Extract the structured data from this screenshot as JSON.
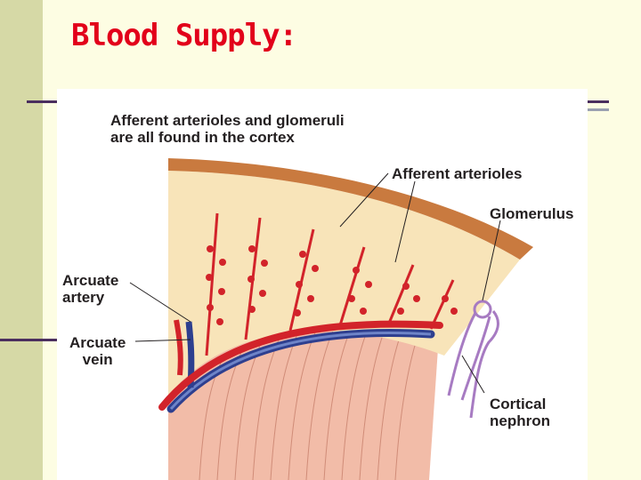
{
  "slide": {
    "title": "Blood Supply:"
  },
  "figure": {
    "caption_line1": "Afferent arterioles and glomeruli",
    "caption_line2": "are all found in the cortex",
    "labels": {
      "afferent_arterioles": "Afferent arterioles",
      "glomerulus": "Glomerulus",
      "arcuate_artery_line1": "Arcuate",
      "arcuate_artery_line2": "artery",
      "arcuate_vein_line1": "Arcuate",
      "arcuate_vein_line2": "vein",
      "cortical_nephron_line1": "Cortical",
      "cortical_nephron_line2": "nephron"
    }
  },
  "colors": {
    "title": "#e2001a",
    "capsule": "#c97a3f",
    "cortex": "#f8e4b9",
    "medulla": "#f2bca8",
    "artery": "#d2232a",
    "vein": "#2e3f8f",
    "nephron": "#a77bc2",
    "background": "#fdfde3"
  }
}
